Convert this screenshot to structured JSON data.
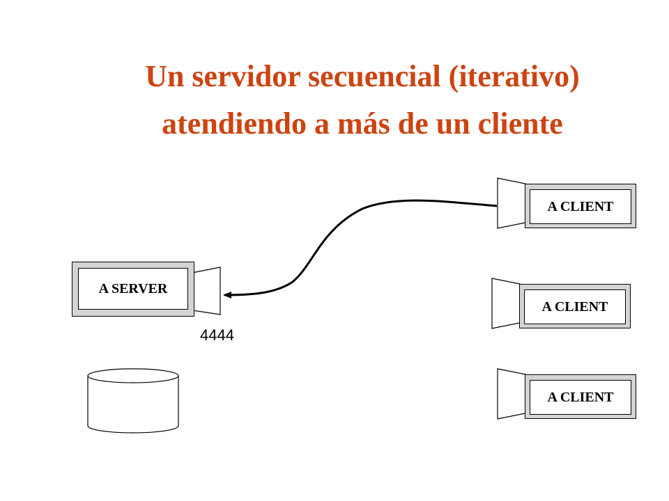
{
  "title": {
    "line1": "Un servidor secuencial (iterativo)",
    "line2": "atendiendo a más de un cliente",
    "color": "#cc4411"
  },
  "server": {
    "label": "A SERVER",
    "port": "4444"
  },
  "clients": [
    {
      "label": "A CLIENT"
    },
    {
      "label": "A CLIENT"
    },
    {
      "label": "A CLIENT"
    }
  ],
  "icons": [
    "socket-icon",
    "database-icon",
    "connection-arrow"
  ]
}
